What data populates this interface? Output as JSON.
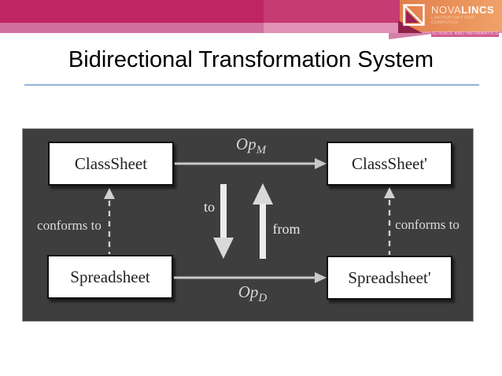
{
  "slide": {
    "title": "Bidirectional Transformation System"
  },
  "header": {
    "logo": {
      "name_regular": "NOVA",
      "name_bold": "LINCS",
      "tagline_line1": "LABORATORY FOR COMPUTER",
      "tagline_line2": "SCIENCE AND INFORMATICS"
    },
    "colors": {
      "bar_magenta": "#c02563",
      "stripe_pink": "#d0709e",
      "stripe_pink_light": "#e091b5",
      "logo_orange": "#e8884f",
      "fold_maroon": "#8e2147",
      "title_rule_blue": "#95b3d7"
    }
  },
  "diagram": {
    "background_color": "#3e3e3e",
    "nodes": [
      {
        "id": "classsheet",
        "label": "ClassSheet"
      },
      {
        "id": "classsheet-prime",
        "label": "ClassSheet'"
      },
      {
        "id": "spreadsheet",
        "label": "Spreadsheet"
      },
      {
        "id": "spreadsheet-prime",
        "label": "Spreadsheet'"
      }
    ],
    "edges": {
      "op_m": {
        "base": "Op",
        "sub": "M"
      },
      "op_d": {
        "base": "Op",
        "sub": "D"
      },
      "to_label": "to",
      "from_label": "from",
      "conforms_left": "conforms to",
      "conforms_right": "conforms to"
    }
  }
}
